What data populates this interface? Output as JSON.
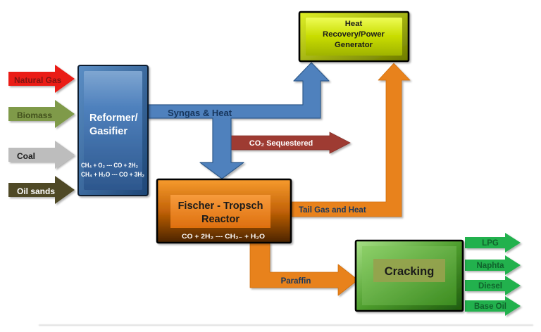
{
  "diagram": {
    "inputs": [
      {
        "label": "Natural Gas",
        "arrow_color": "#ea1b13",
        "label_color": "#7f1512"
      },
      {
        "label": "Biomass",
        "arrow_color": "#7f9a49",
        "label_color": "#42511c"
      },
      {
        "label": "Coal",
        "arrow_color": "#bdbdbd",
        "label_color": "#1a1a1a"
      },
      {
        "label": "Oil sands",
        "arrow_color": "#4f4a26",
        "label_color": "#ffffff"
      }
    ],
    "reformer": {
      "title_line1": "Reformer/",
      "title_line2": "Gasifier",
      "equation1": "CH₄ + O₂ --- CO + 2H₂",
      "equation2": "CH₄ + H₂O --- CO + 3H₂"
    },
    "heat_recovery": {
      "title_line1": "Heat",
      "title_line2": "Recovery/Power",
      "title_line3": "Generator"
    },
    "ft_reactor": {
      "title_line1": "Fischer - Tropsch",
      "title_line2": "Reactor",
      "equation": "CO + 2H₂ --- CH₂₋ + H₂O"
    },
    "cracking": {
      "title": "Cracking"
    },
    "flows": {
      "syngas_label": "Syngas & Heat",
      "co2_label": "CO₂ Sequestered",
      "tail_gas_label": "Tail Gas and Heat",
      "paraffin_label": "Paraffin"
    },
    "outputs": [
      {
        "label": "LPG"
      },
      {
        "label": "Naphta"
      },
      {
        "label": "Diesel"
      },
      {
        "label": "Base Oil"
      }
    ],
    "colors": {
      "blue_flow": "#4f81bd",
      "blue_flow_edge": "#2e5a8b",
      "flow_label_navy": "#17365d",
      "co2_arrow": "#9e3a31",
      "co2_label": "#ffffff",
      "orange_flow": "#e8821e",
      "orange_flow_edge": "#d06f0e",
      "green_arrow": "#23b14d",
      "green_label": "#10632c",
      "box_text_dark": "#1a1a1a",
      "box_text_light": "#ffffff"
    }
  }
}
